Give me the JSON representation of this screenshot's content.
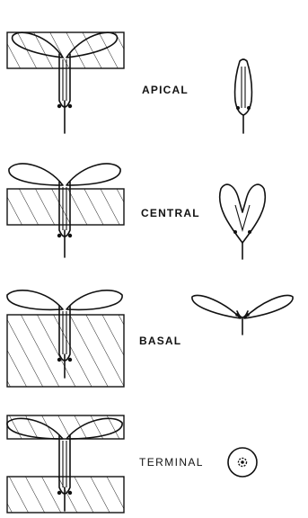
{
  "labels": {
    "apical": "APICAL",
    "central": "CENTRAL",
    "basal": "BASAL",
    "terminal": "TERMINAL"
  },
  "colors": {
    "ink": "#111111",
    "background": "#ffffff"
  }
}
